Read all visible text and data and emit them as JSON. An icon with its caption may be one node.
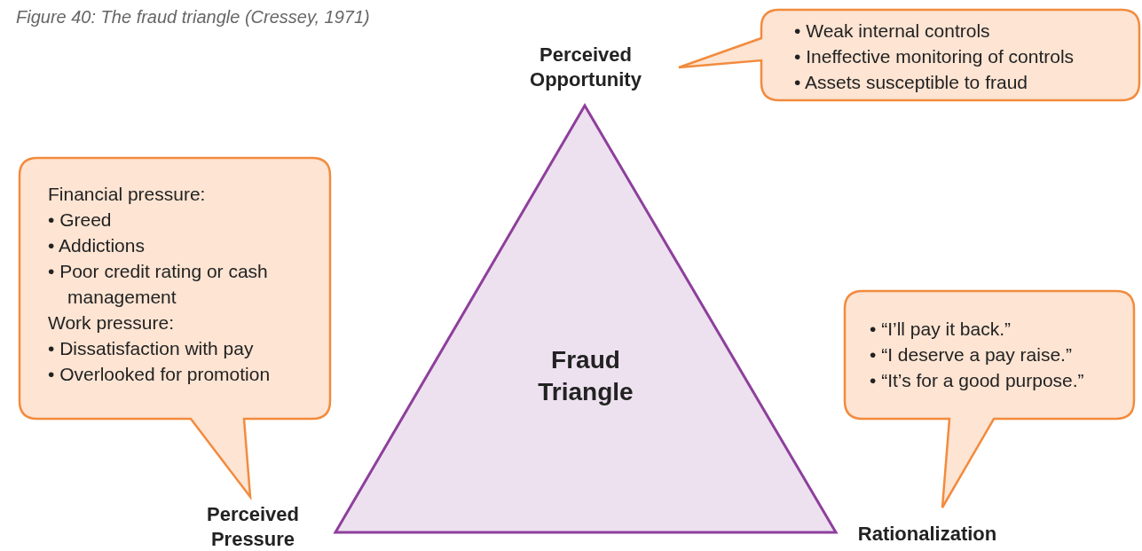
{
  "diagram": {
    "title": "Figure 40: The fraud triangle (Cressey, 1971)",
    "nodes": [
      {
        "text": [
          "Fraud Triangle"
        ]
      },
      {
        "text": [
          "• Weak internal controls",
          "• Ineffective monitoring of controls",
          "• Assets susceptible to fraud"
        ]
      },
      {
        "text": [
          "Financial pressure:",
          "• Greed",
          "• Addictions",
          "• Poor credit rating or cash management",
          "Work pressure:",
          "• Dissatisfaction with pay",
          "• Overlooked for promotion"
        ]
      },
      {
        "text": [
          "• “I’ll pay it back.”",
          "• “I deserve a pay raise.”",
          "• “It’s for a good purpose.”"
        ]
      }
    ],
    "edges": [],
    "labels": [
      "Perceived Opportunity",
      "Perceived Pressure",
      "Rationalization"
    ]
  }
}
